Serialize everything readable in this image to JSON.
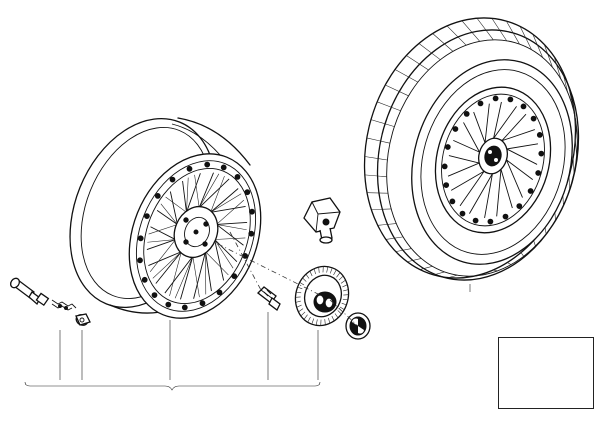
{
  "diagram": {
    "parts": [
      {
        "id": "rim",
        "icon": "cross-spoke-rim"
      },
      {
        "id": "complete-wheel",
        "icon": "tire-and-rim"
      },
      {
        "id": "valve",
        "icon": "tire-valve"
      },
      {
        "id": "balance-weight",
        "icon": "balance-weight"
      },
      {
        "id": "wheel-bolt",
        "icon": "wheel-bolt"
      },
      {
        "id": "hub-cap",
        "icon": "hub-cap"
      },
      {
        "id": "emblem",
        "icon": "emblem-badge"
      },
      {
        "id": "lock-nut",
        "icon": "hex-nut"
      }
    ],
    "inset": {
      "icon": "car-silhouette",
      "highlight_color": "#111111"
    },
    "colors": {
      "line": "#111111",
      "background": "#ffffff"
    }
  }
}
